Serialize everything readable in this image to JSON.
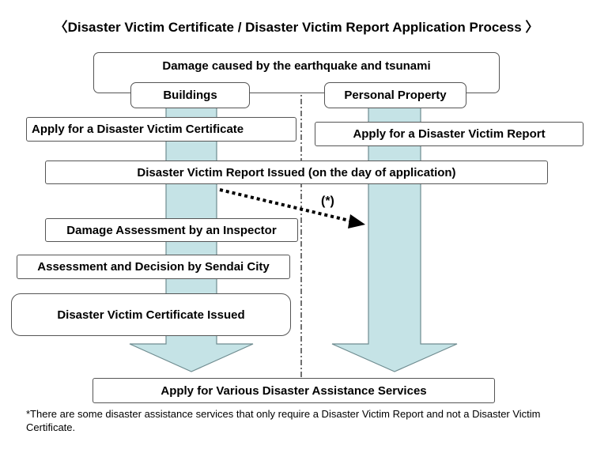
{
  "title": "〈Disaster Victim Certificate / Disaster Victim Report Application Process 〉",
  "nodes": {
    "damage": "Damage caused by the earthquake and tsunami",
    "buildings": "Buildings",
    "personal_property": "Personal Property",
    "apply_certificate": "Apply for a Disaster Victim Certificate",
    "apply_report": "Apply for a Disaster Victim Report",
    "report_issued": "Disaster Victim Report Issued (on the day of application)",
    "damage_assessment": "Damage Assessment by an Inspector",
    "assessment_decision": "Assessment and Decision by Sendai City",
    "certificate_issued": "Disaster Victim Certificate Issued",
    "apply_services": "Apply for Various Disaster Assistance Services"
  },
  "annotation": "(*)",
  "footnote": "*There are some disaster assistance services that only require a Disaster Victim Report and not a Disaster Victim Certificate.",
  "colors": {
    "arrow_fill": "#c5e3e6",
    "arrow_stroke": "#6f8c90",
    "box_border": "#555555",
    "divider": "#222222"
  }
}
